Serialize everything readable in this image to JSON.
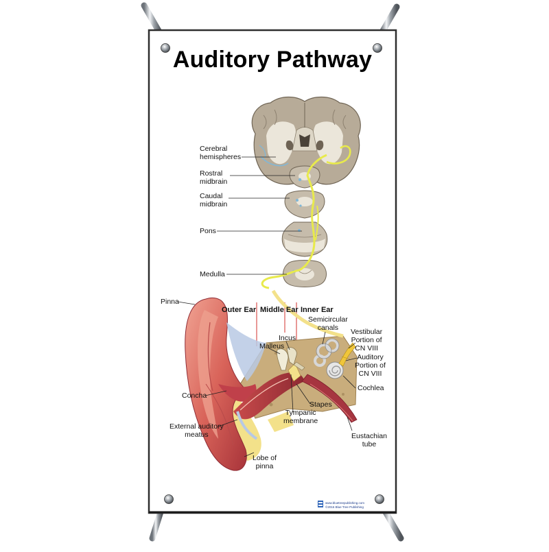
{
  "poster": {
    "title": "Auditory Pathway"
  },
  "brain_labels": {
    "cerebral": "Cerebral\nhemispheres",
    "rostral": "Rostral\nmidbrain",
    "caudal": "Caudal\nmidbrain",
    "pons": "Pons",
    "medulla": "Medulla"
  },
  "ear_sections": {
    "outer": "Outer Ear",
    "middle": "Middle Ear",
    "inner": "Inner Ear"
  },
  "ear_labels": {
    "pinna": "Pinna",
    "semicircular": "Semicircular\ncanals",
    "vestibular": "Vestibular\nPortion of\nCN VIII",
    "incus": "Incus",
    "malleus": "Malleus",
    "auditory": "Auditory\nPortion of\nCN VIII",
    "cochlea": "Cochlea",
    "concha": "Concha",
    "stapes": "Stapes",
    "tympanic": "Tympanic\nmembrane",
    "external": "External auditory\nmeatus",
    "eustachian": "Eustachian\ntube",
    "lobe": "Lobe of\npinna"
  },
  "publisher": {
    "url": "www.bluetreepublishing.com",
    "copyright": "©2016 Blue Tree Publishing"
  },
  "colors": {
    "pathway": "#e8ea4c",
    "tissue_grey": "#b6aa97",
    "white_matter": "#ebe6da",
    "skin": "#d9645a",
    "bone": "#c7ab7a",
    "stand_chrome": "#9aa0a6"
  }
}
